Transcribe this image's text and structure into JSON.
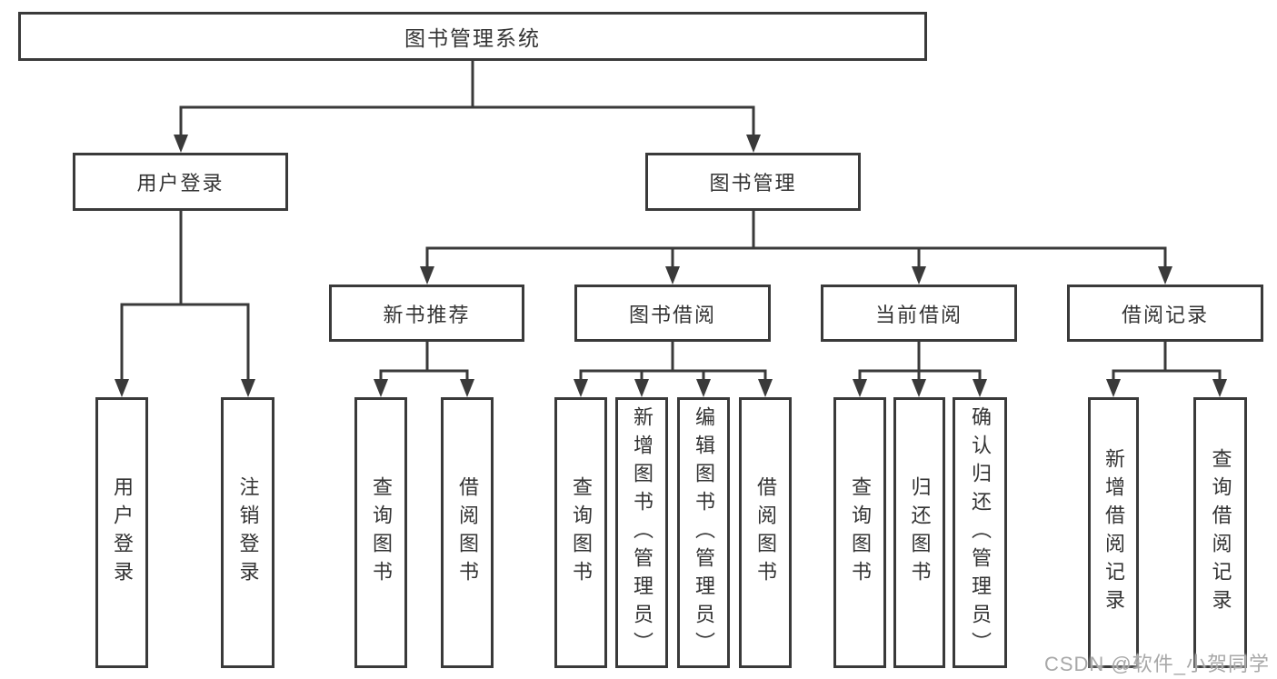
{
  "tree": {
    "root": {
      "label": "图书管理系统",
      "children": [
        {
          "label": "用户登录",
          "children": [
            {
              "label": "用户登录"
            },
            {
              "label": "注销登录"
            }
          ]
        },
        {
          "label": "图书管理",
          "children": [
            {
              "label": "新书推荐",
              "children": [
                {
                  "label": "查询图书"
                },
                {
                  "label": "借阅图书"
                }
              ]
            },
            {
              "label": "图书借阅",
              "children": [
                {
                  "label": "查询图书"
                },
                {
                  "label": "新增图书（管理员）"
                },
                {
                  "label": "编辑图书（管理员）"
                },
                {
                  "label": "借阅图书"
                }
              ]
            },
            {
              "label": "当前借阅",
              "children": [
                {
                  "label": "查询图书"
                },
                {
                  "label": "归还图书"
                },
                {
                  "label": "确认归还（管理员）"
                }
              ]
            },
            {
              "label": "借阅记录",
              "children": [
                {
                  "label": "新增借阅记录"
                },
                {
                  "label": "查询借阅记录"
                }
              ]
            }
          ]
        }
      ]
    }
  },
  "watermark": {
    "text": "CSDN @软件_小贺同学"
  },
  "colors": {
    "line": "#3a3a3a",
    "text": "#333333",
    "watermark": "#a8a8a8",
    "background": "#ffffff"
  }
}
